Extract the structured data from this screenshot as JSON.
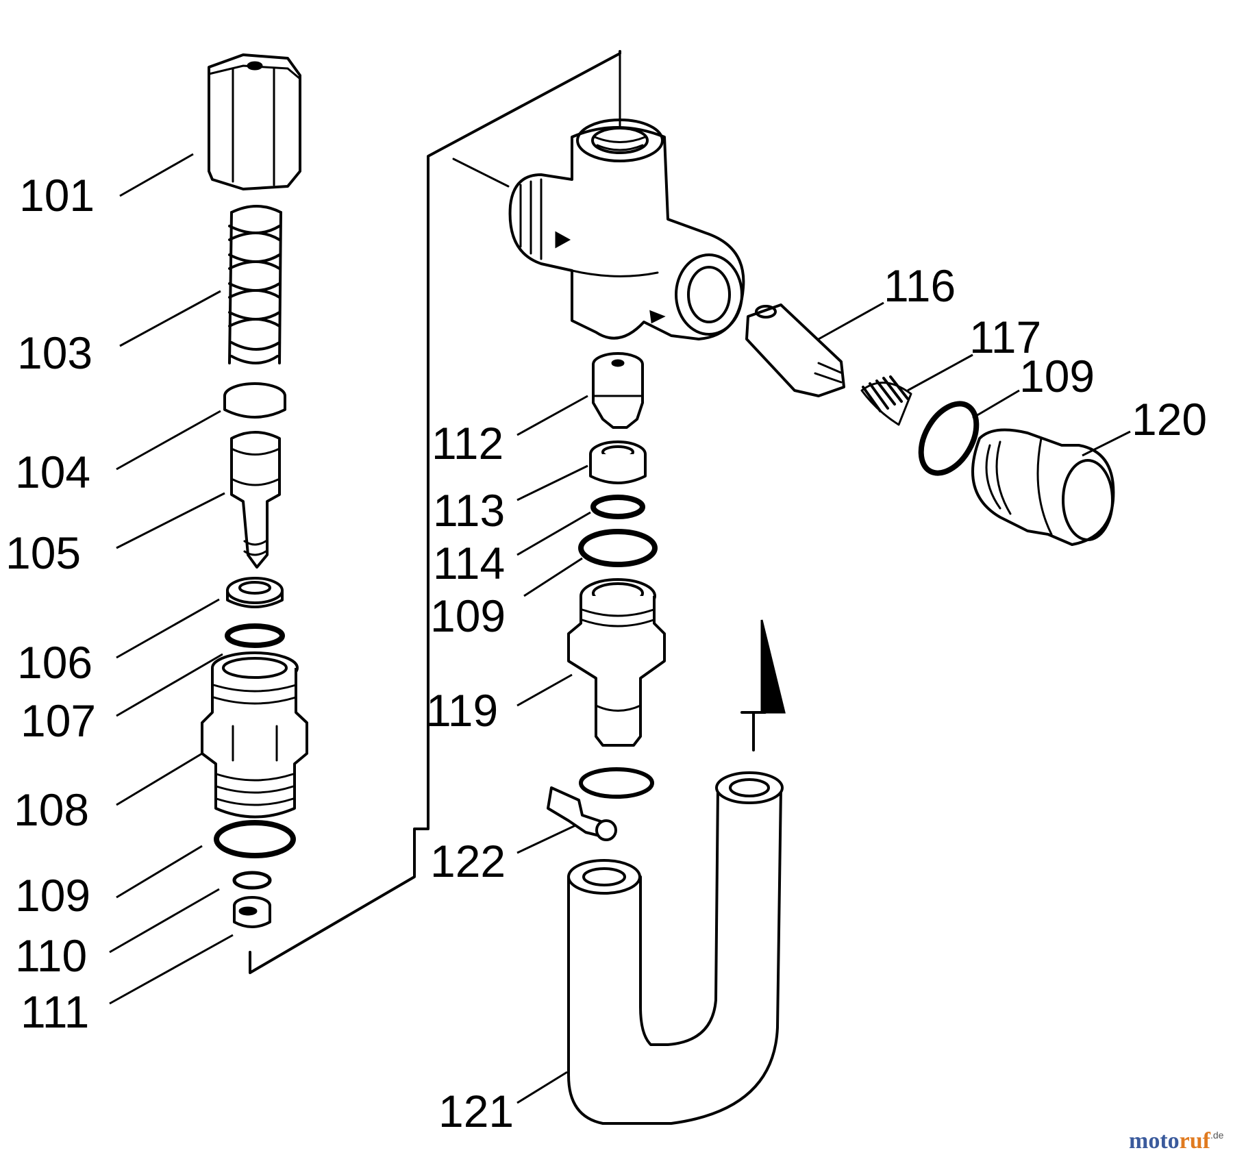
{
  "parts": {
    "p101": "101",
    "p103": "103",
    "p104": "104",
    "p105": "105",
    "p106": "106",
    "p107": "107",
    "p108": "108",
    "p109a": "109",
    "p110": "110",
    "p111": "111",
    "p112": "112",
    "p113": "113",
    "p114": "114",
    "p109b": "109",
    "p119": "119",
    "p122": "122",
    "p121": "121",
    "p116": "116",
    "p117": "117",
    "p109c": "109",
    "p120": "120"
  },
  "watermark": {
    "moto": "moto",
    "ruf": "ruf",
    "tld": ".de"
  }
}
